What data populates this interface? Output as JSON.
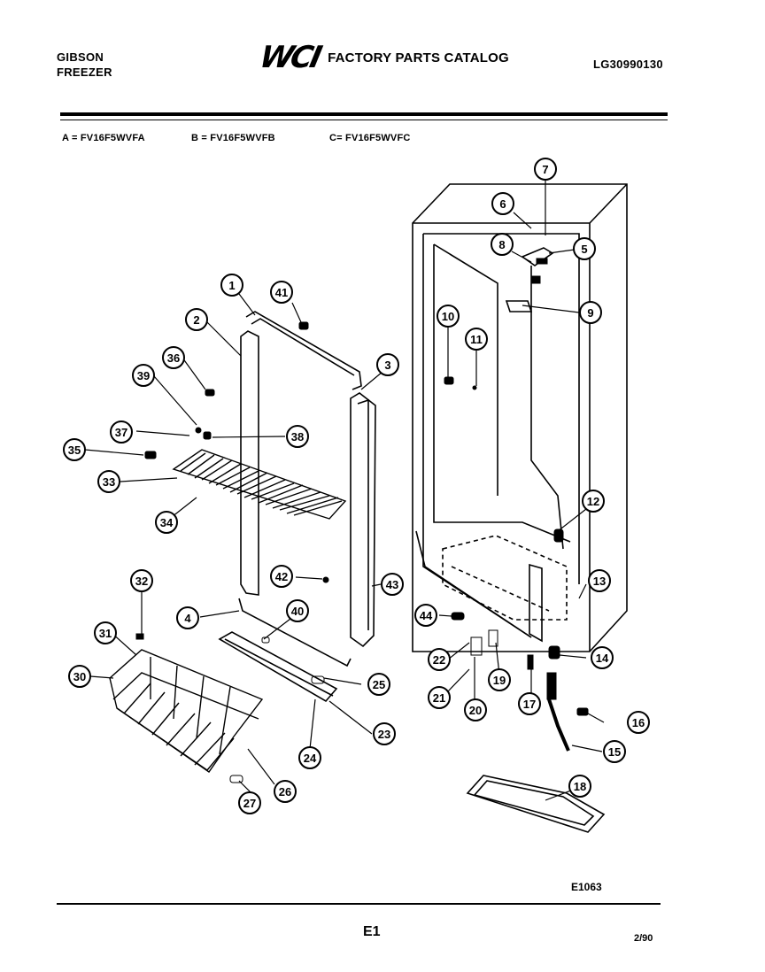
{
  "header": {
    "brand_line1": "GIBSON",
    "brand_line2": "FREEZER",
    "logo": "WCI",
    "catalog_title": "FACTORY PARTS CATALOG",
    "doc_code": "LG30990130"
  },
  "models": {
    "a": "A = FV16F5WVFA",
    "b": "B = FV16F5WVFB",
    "c": "C= FV16F5WVFC"
  },
  "callouts": [
    "1",
    "2",
    "3",
    "4",
    "5",
    "6",
    "7",
    "8",
    "9",
    "10",
    "11",
    "12",
    "13",
    "14",
    "15",
    "16",
    "17",
    "18",
    "19",
    "20",
    "21",
    "22",
    "23",
    "24",
    "25",
    "26",
    "27",
    "30",
    "31",
    "32",
    "33",
    "34",
    "35",
    "36",
    "37",
    "38",
    "39",
    "40",
    "41",
    "42",
    "43",
    "44"
  ],
  "footer": {
    "figure_code": "E1063",
    "page_label": "E1",
    "date": "2/90"
  }
}
